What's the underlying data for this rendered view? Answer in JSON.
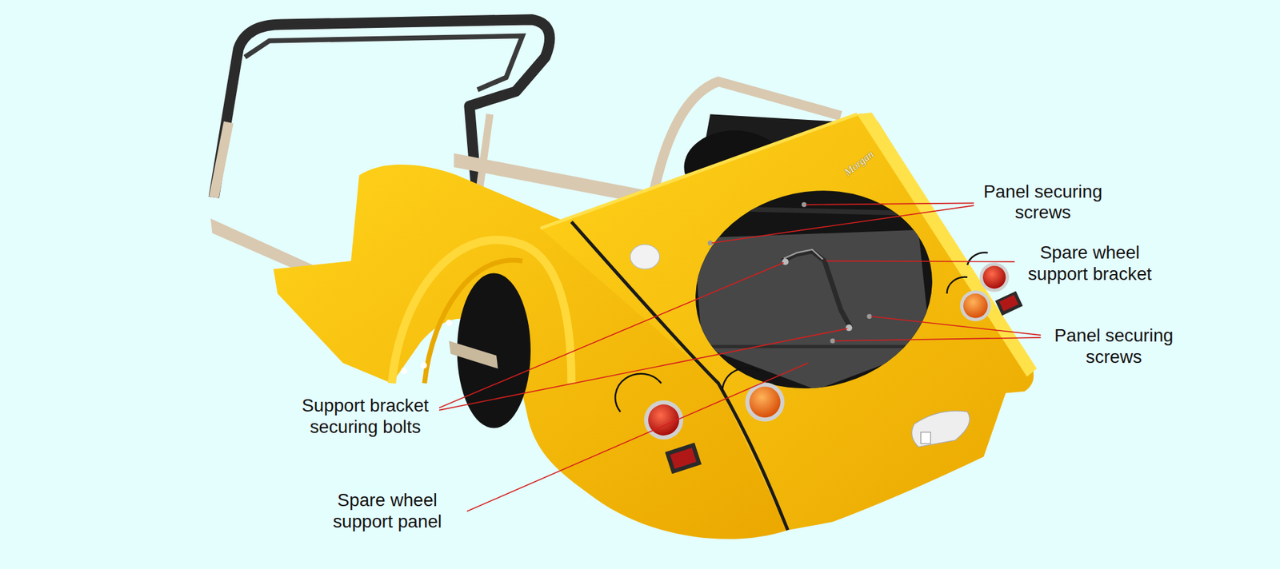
{
  "diagram": {
    "labels": [
      "Panel securing screws",
      "Spare wheel support bracket",
      "Panel securing screws",
      "Support bracket securing bolts",
      "Spare wheel support panel",
      "Morgan"
    ]
  }
}
